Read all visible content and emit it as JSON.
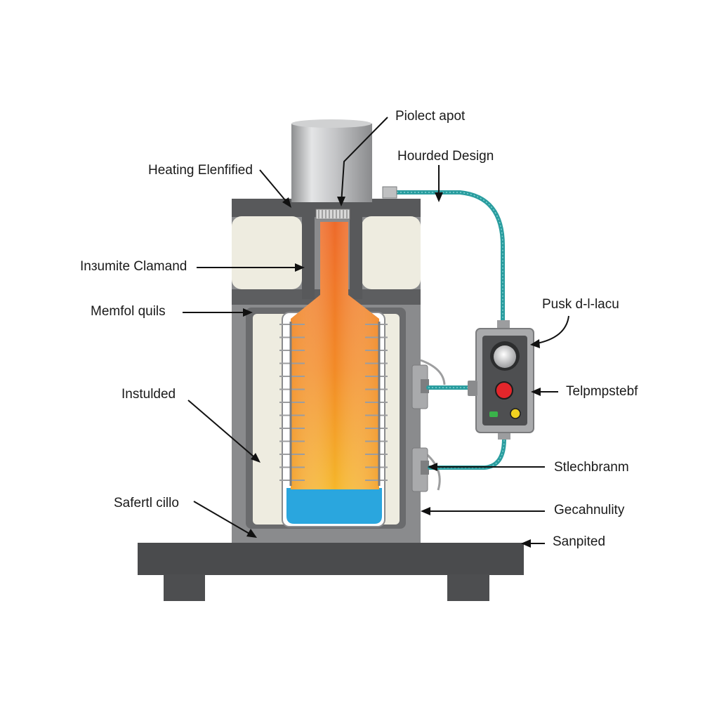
{
  "labels": {
    "pioleect_apot": "Piolect apot",
    "hourded_design": "Hourded Design",
    "heating_elenfified": "Heating Elenfified",
    "insumite_clamand": "Inзumite Clamand",
    "memfol_quils": "Memfol quils",
    "pusk_dlacu": "Pusk d-l-lacu",
    "instulded": "Instulded",
    "telpmpstebf": "Telpmpstebf",
    "stlechbranm": "Stlechbranm",
    "safertl_cillo": "Safertl cillo",
    "gecahnulity": "Gecahnulity",
    "sanpited": "Sanpited"
  },
  "colors": {
    "frame": "#8a8b8d",
    "frame_dark": "#555657",
    "base": "#4a4b4d",
    "insulation": "#eeece0",
    "pipe": "#2a9d9f",
    "heat_orange": "#f07a2a",
    "heat_yellow": "#f6b62c",
    "water": "#2aa6de",
    "knob_red": "#e3262b",
    "knob_yellow": "#f1d120",
    "led_green": "#3ab34a"
  }
}
